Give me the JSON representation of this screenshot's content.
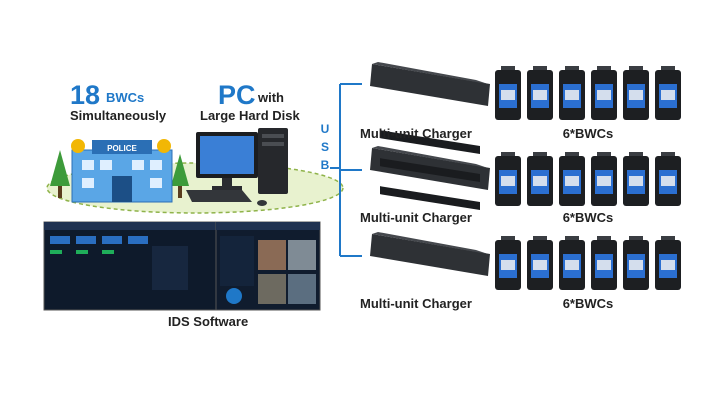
{
  "left": {
    "count": "18",
    "count_unit": "BWCs",
    "count_caption": "Simultaneously",
    "pc_title": "PC",
    "pc_with": "with",
    "pc_caption": "Large Hard Disk",
    "police_sign": "POLICE",
    "software_label": "IDS Software"
  },
  "usb": [
    "U",
    "S",
    "B"
  ],
  "rows": [
    {
      "charger_label": "Multi-unit Charger",
      "bwc_label": "6*BWCs"
    },
    {
      "charger_label": "Multi-unit Charger",
      "bwc_label": "6*BWCs"
    },
    {
      "charger_label": "Multi-unit Charger",
      "bwc_label": "6*BWCs"
    }
  ],
  "colors": {
    "accent": "#1f78c8",
    "connector": "#1f78c8",
    "ground": "#e8f2cf",
    "ground_border": "#8fb34a",
    "charger": "#2e3135",
    "device": "#1d1f22",
    "screen": "#2b6fd1"
  }
}
